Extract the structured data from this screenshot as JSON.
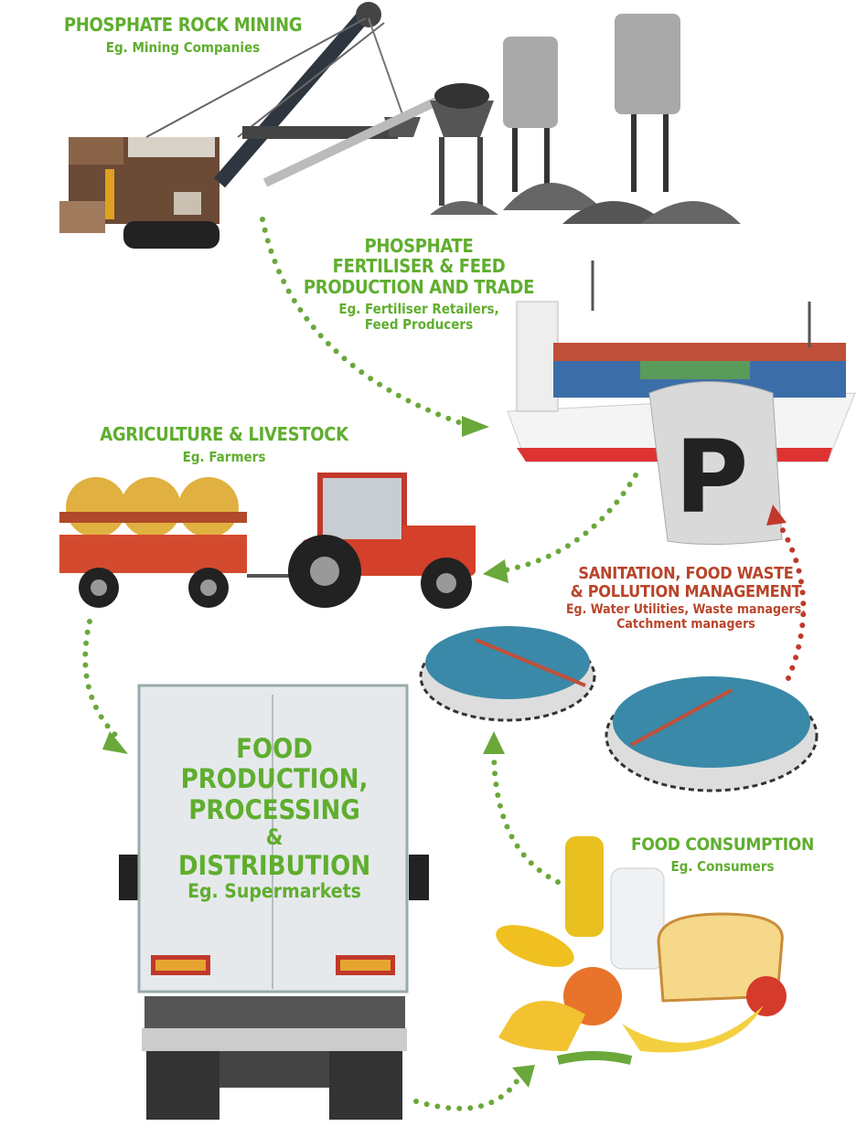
{
  "stages": {
    "mining": {
      "title": "PHOSPHATE ROCK MINING",
      "example": "Eg. Mining Companies"
    },
    "fertiliser": {
      "title_lines": [
        "PHOSPHATE",
        "FERTILISER & FEED",
        "PRODUCTION AND TRADE"
      ],
      "example_lines": [
        "Eg. Fertiliser Retailers,",
        "Feed Producers"
      ]
    },
    "agriculture": {
      "title": "AGRICULTURE & LIVESTOCK",
      "example": "Eg. Farmers"
    },
    "sanitation": {
      "title_lines": [
        "SANITATION, FOOD WASTE",
        "& POLLUTION MANAGEMENT"
      ],
      "example_lines": [
        "Eg. Water Utilities, Waste managers,",
        "Catchment managers"
      ]
    },
    "food_production": {
      "title_lines": [
        "FOOD",
        "PRODUCTION,",
        "PROCESSING",
        "&",
        "DISTRIBUTION"
      ],
      "example": "Eg. Supermarkets"
    },
    "consumption": {
      "title": "FOOD CONSUMPTION",
      "example": "Eg. Consumers"
    }
  },
  "bag_letter": "P",
  "colors": {
    "green": "#5fae2e",
    "red": "#b8452a",
    "arrow_green": "#6aa83a",
    "arrow_red": "#c0392b"
  }
}
